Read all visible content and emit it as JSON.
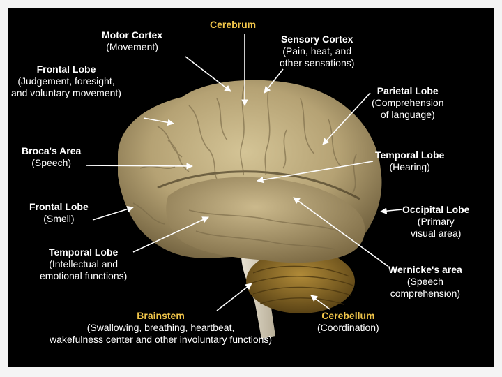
{
  "colors": {
    "background": "#000000",
    "text": "#ffffff",
    "highlight": "#f2c64a",
    "brain": "#b9a77c",
    "cerebellum": "#8a6a25"
  },
  "labels": {
    "cerebrum": {
      "title": "Cerebrum"
    },
    "motor_cortex": {
      "title": "Motor Cortex",
      "desc": [
        "(Movement)"
      ]
    },
    "sensory_cortex": {
      "title": "Sensory Cortex",
      "desc": [
        "(Pain, heat, and",
        "other sensations)"
      ]
    },
    "frontal_lobe_upper": {
      "title": "Frontal Lobe",
      "desc": [
        "(Judgement, foresight,",
        "and voluntary movement)"
      ]
    },
    "parietal_lobe": {
      "title": "Parietal Lobe",
      "desc": [
        "(Comprehension",
        "of language)"
      ]
    },
    "brocas_area": {
      "title": "Broca's Area",
      "desc": [
        "(Speech)"
      ]
    },
    "temporal_lobe_right": {
      "title": "Temporal Lobe",
      "desc": [
        "(Hearing)"
      ]
    },
    "frontal_lobe_smell": {
      "title": "Frontal Lobe",
      "desc": [
        "(Smell)"
      ]
    },
    "occipital_lobe": {
      "title": "Occipital Lobe",
      "desc": [
        "(Primary",
        "visual area)"
      ]
    },
    "temporal_lobe_left": {
      "title": "Temporal Lobe",
      "desc": [
        "(Intellectual and",
        "emotional functions)"
      ]
    },
    "wernickes_area": {
      "title": "Wernicke's area",
      "desc": [
        "(Speech",
        "comprehension)"
      ]
    },
    "brainstem": {
      "title": "Brainstem",
      "desc": [
        "(Swallowing, breathing, heartbeat,",
        "wakefulness center and other involuntary functions)"
      ]
    },
    "cerebellum": {
      "title": "Cerebellum",
      "desc": [
        "(Coordination)"
      ]
    }
  }
}
